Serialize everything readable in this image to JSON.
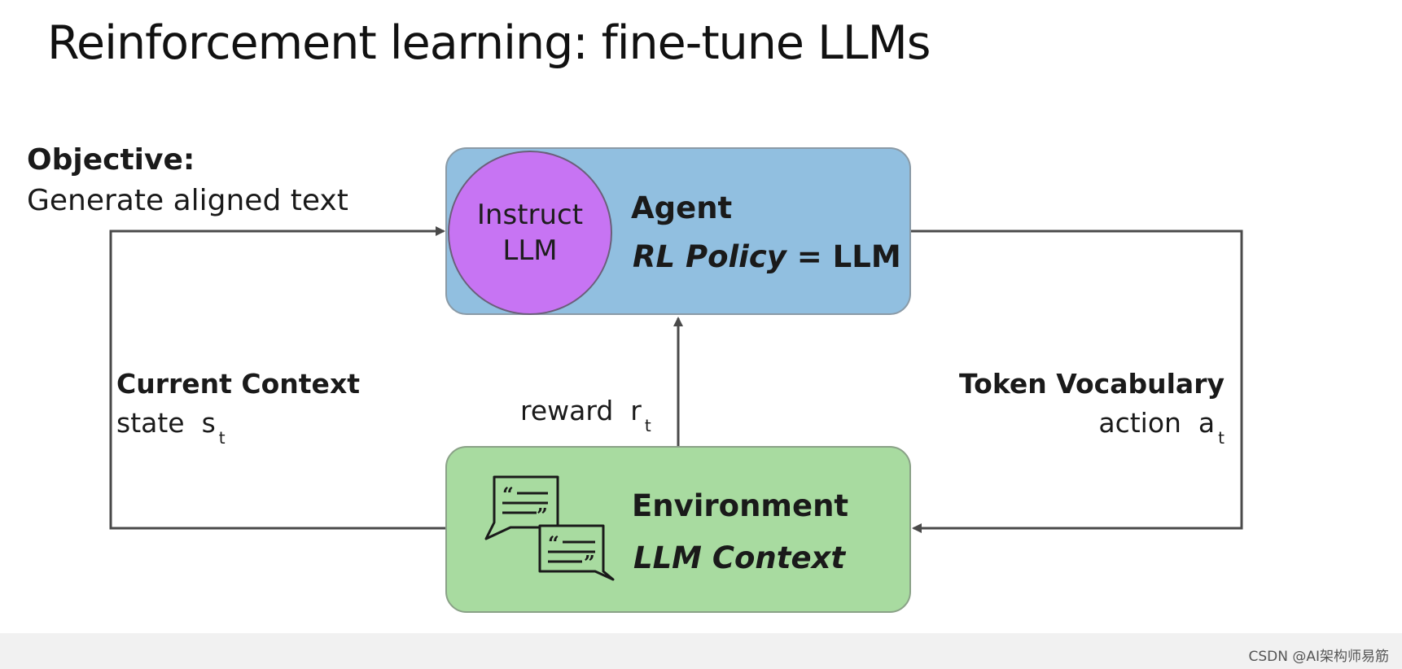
{
  "slide": {
    "title": "Reinforcement learning: fine-tune LLMs"
  },
  "objective": {
    "heading": "Objective:",
    "text": "Generate aligned text"
  },
  "agent": {
    "circle_line1": "Instruct",
    "circle_line2": "LLM",
    "label": "Agent",
    "policy_italic": "RL Policy",
    "policy_rest": " = LLM"
  },
  "environment": {
    "label": "Environment",
    "context": "LLM Context"
  },
  "edges": {
    "context_heading": "Current Context",
    "state_label": "state",
    "state_symbol": "s",
    "state_subscript": "t",
    "reward_label": "reward",
    "reward_symbol": "r",
    "reward_subscript": "t",
    "vocab_heading": "Token Vocabulary",
    "action_label": "action",
    "action_symbol": "a",
    "action_subscript": "t"
  },
  "watermark": "CSDN @AI架构师易筋",
  "colors": {
    "agent_fill": "#91bfe0",
    "llm_circle": "#c774f3",
    "environment_fill": "#a8dba0",
    "arrow": "#4a4a4a"
  }
}
